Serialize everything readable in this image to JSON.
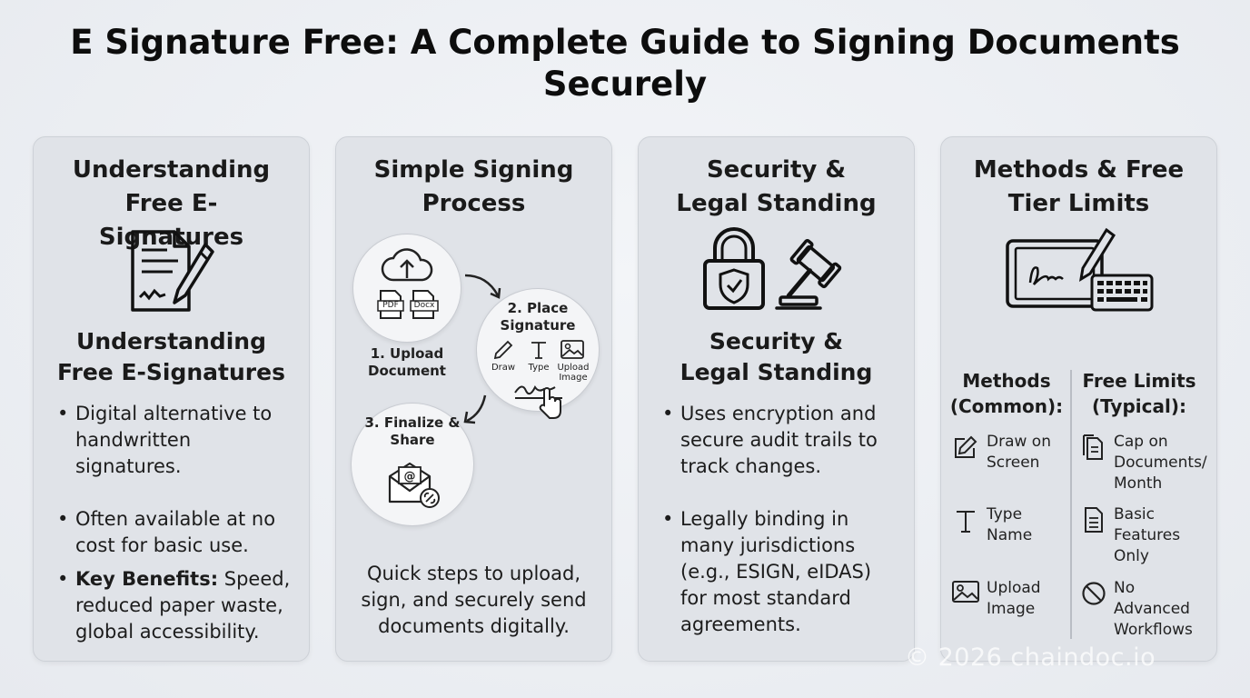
{
  "title": "E Signature Free: A Complete Guide to Signing Documents Securely",
  "panel1": {
    "heading": "Understanding Free E-Signatures",
    "subheading": "Understanding Free E-Signatures",
    "bullet1": "Digital alternative to handwritten signatures.",
    "bullet2": "Often available at no cost for basic use.",
    "bullet3_bold": "Key Benefits:",
    "bullet3_rest": " Speed, reduced paper waste, global accessibility.",
    "icon": "document-sign-icon"
  },
  "panel2": {
    "heading": "Simple Signing Process",
    "step1": "1. Upload Document",
    "step1_files": [
      "PDF",
      "Docx"
    ],
    "step2": "2. Place Signature",
    "step2_options": [
      "Draw",
      "Type",
      "Upload Image"
    ],
    "step3": "3. Finalize & Share",
    "description": "Quick steps to upload, sign, and securely send documents digitally."
  },
  "panel3": {
    "heading": "Security & Legal Standing",
    "subheading": "Security & Legal Standing",
    "bullet1": "Uses encryption and secure audit trails to track changes.",
    "bullet2": "Legally binding in many jurisdictions (e.g., ESIGN, eIDAS) for most standard agreements.",
    "icons": [
      "padlock-shield-icon",
      "gavel-icon"
    ]
  },
  "panel4": {
    "heading": "Methods & Free Tier Limits",
    "methods_title": "Methods (Common):",
    "methods": [
      "Draw on Screen",
      "Type Name",
      "Upload Image"
    ],
    "limits_title": "Free Limits (Typical):",
    "limits": [
      "Cap on Documents/ Month",
      "Basic Features Only",
      "No Advanced Workflows"
    ],
    "icon": "tablet-keyboard-icon"
  },
  "watermark": "© 2026 chaindoc.io"
}
